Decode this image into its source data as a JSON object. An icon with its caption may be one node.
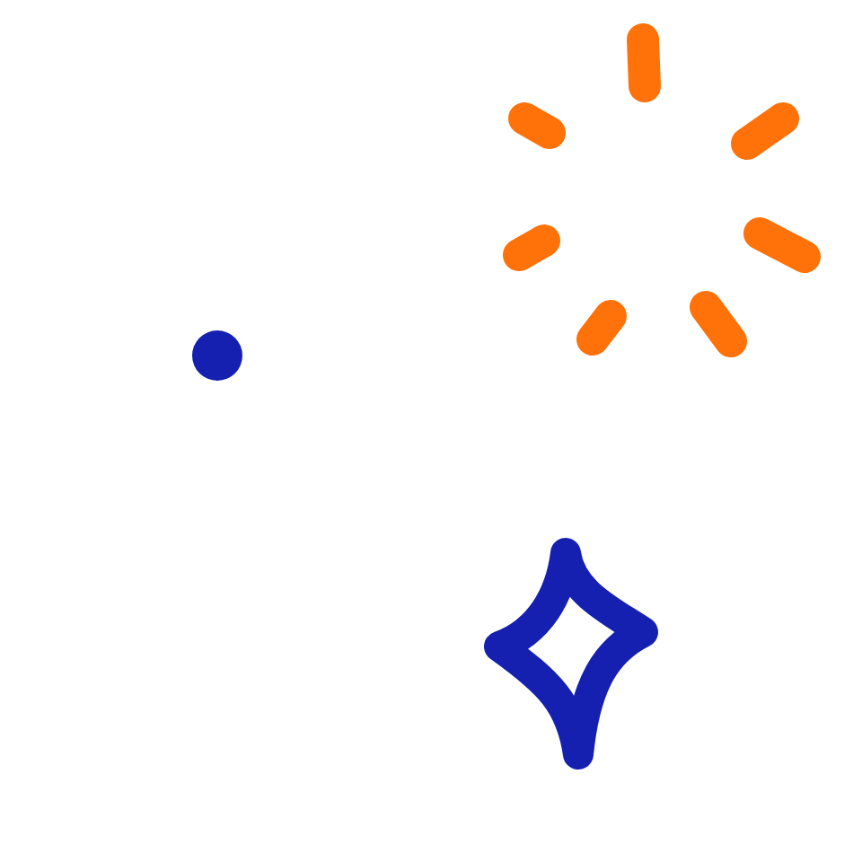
{
  "diagram": {
    "nodes": [
      {
        "text": [],
        "shape": "picture"
      },
      {
        "text": [],
        "shape": "circle"
      },
      {
        "text": [],
        "shape": "picture"
      }
    ]
  }
}
